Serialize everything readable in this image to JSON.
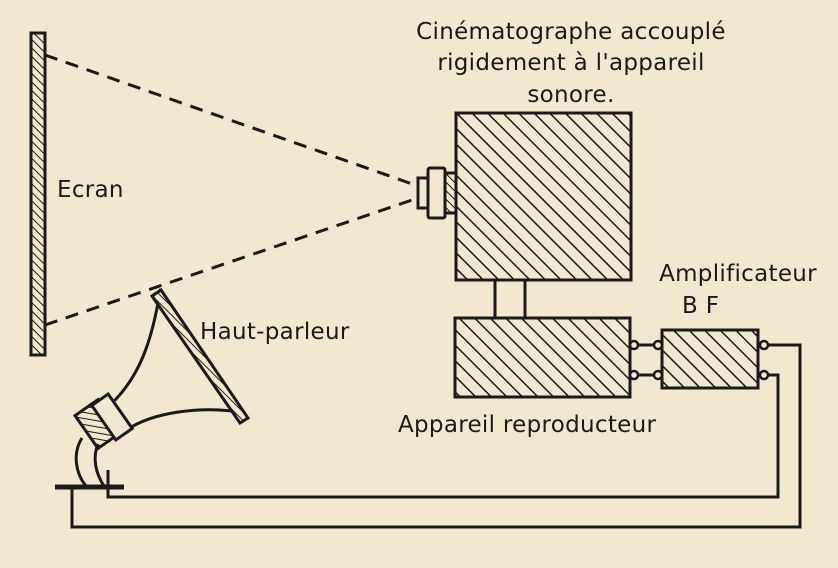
{
  "labels": {
    "projector_line1": "Cinématographe accouplé",
    "projector_line2": "rigidement à l'appareil",
    "projector_line3": "sonore.",
    "screen": "Ecran",
    "loudspeaker": "Haut-parleur",
    "amplifier_line1": "Amplificateur",
    "amplifier_line2": "B F",
    "reproducer": "Appareil reproducteur"
  },
  "colors": {
    "ink": "#1a1a1a",
    "paper": "#f2e8cf"
  }
}
